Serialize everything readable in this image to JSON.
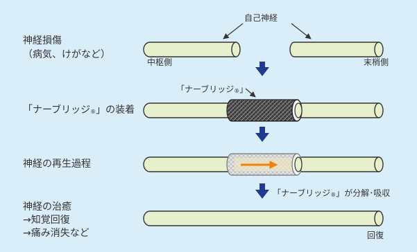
{
  "top_label": "自己神経",
  "center_label": "中枢側",
  "peripheral_label": "末梢側",
  "device_callout": "「ナーブリッジ",
  "device_callout_end": "」",
  "registered_mark": "®",
  "stages": [
    {
      "line1": "神経損傷",
      "line2": "（病気、けがなど）"
    },
    {
      "line1": "「ナーブリッジ",
      "line1_end": "」の装着"
    },
    {
      "line1": "神経の再生過程"
    },
    {
      "line1": "神経の治癒",
      "line2": "→知覚回復",
      "line3": "→痛み消失など"
    }
  ],
  "absorb_note": "「ナーブリッジ",
  "absorb_note_end": "」が分解･吸収",
  "recovery_label": "回復",
  "colors": {
    "background": "#daeef9",
    "nerve_fill": "#e6f0cc",
    "nerve_stroke": "#333333",
    "arrow_blue": "#1f3a8f",
    "regen_arrow": "#f0820f",
    "conduit": "#444444"
  }
}
